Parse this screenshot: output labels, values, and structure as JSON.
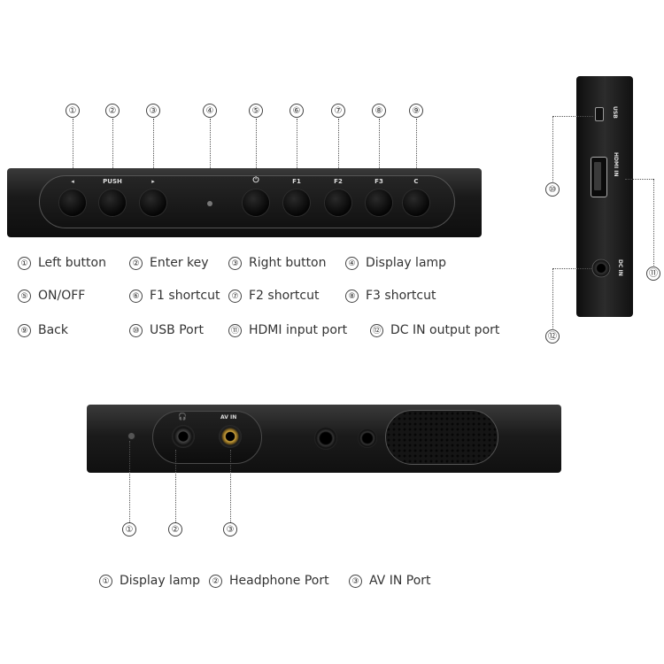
{
  "top_panel": {
    "callouts": [
      "①",
      "②",
      "③",
      "④",
      "⑤",
      "⑥",
      "⑦",
      "⑧",
      "⑨"
    ],
    "button_labels": [
      "◂",
      "PUSH",
      "▸",
      "⏻",
      "F1",
      "F2",
      "F3",
      "C"
    ]
  },
  "side_panel": {
    "port_labels": {
      "usb": "USB",
      "hdmi": "HDMI IN",
      "dc": "DC IN"
    },
    "callouts": {
      "usb": "⑩",
      "hdmi": "⑪",
      "dc": "⑫"
    }
  },
  "legend_top": [
    {
      "num": "①",
      "text": "Left button"
    },
    {
      "num": "②",
      "text": "Enter key"
    },
    {
      "num": "③",
      "text": "Right button"
    },
    {
      "num": "④",
      "text": "Display lamp"
    },
    {
      "num": "⑤",
      "text": "ON/OFF"
    },
    {
      "num": "⑥",
      "text": "F1 shortcut"
    },
    {
      "num": "⑦",
      "text": "F2 shortcut"
    },
    {
      "num": "⑧",
      "text": "F3 shortcut"
    },
    {
      "num": "⑨",
      "text": "Back"
    },
    {
      "num": "⑩",
      "text": "USB Port"
    },
    {
      "num": "⑪",
      "text": "HDMI input port"
    },
    {
      "num": "⑫",
      "text": "DC IN output port"
    }
  ],
  "bottom_panel": {
    "port_labels": {
      "headphone": "🎧",
      "av": "AV IN"
    },
    "callouts": [
      "①",
      "②",
      "③"
    ]
  },
  "legend_bottom": [
    {
      "num": "①",
      "text": "Display lamp"
    },
    {
      "num": "②",
      "text": "Headphone Port"
    },
    {
      "num": "③",
      "text": "AV IN Port"
    }
  ]
}
